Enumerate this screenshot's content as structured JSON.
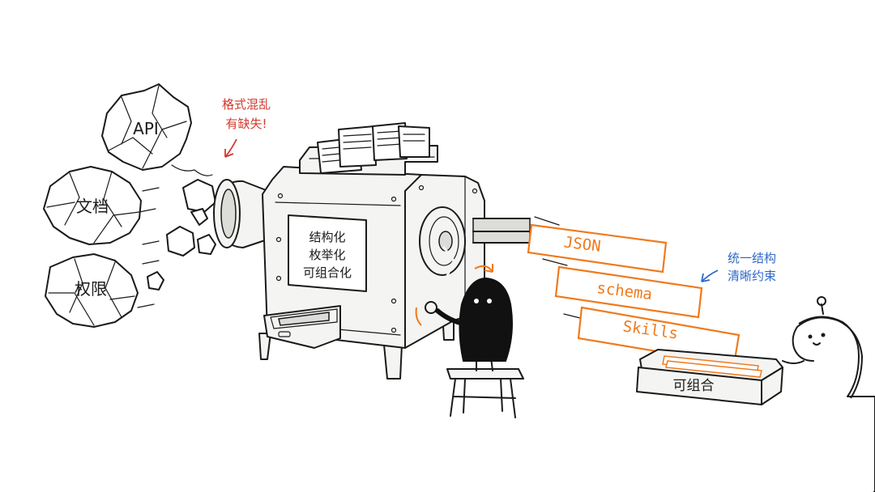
{
  "inputs": [
    {
      "label": "API"
    },
    {
      "label": "文档"
    },
    {
      "label": "权限"
    }
  ],
  "annotations": {
    "messy": {
      "line1": "格式混乱",
      "line2": "有缺失!"
    },
    "clear": {
      "line1": "统一结构",
      "line2": "清晰约束"
    }
  },
  "machine": {
    "plate": {
      "line1": "结构化",
      "line2": "枚举化",
      "line3": "可组合化"
    }
  },
  "outputs": [
    {
      "label": "JSON"
    },
    {
      "label": "schema"
    },
    {
      "label": "Skills"
    }
  ],
  "tray": {
    "label": "可组合"
  },
  "colors": {
    "ink": "#1a1a1a",
    "output_accent": "#f07a1c",
    "messy_note": "#d23a2e",
    "clear_note": "#2f68c8"
  }
}
